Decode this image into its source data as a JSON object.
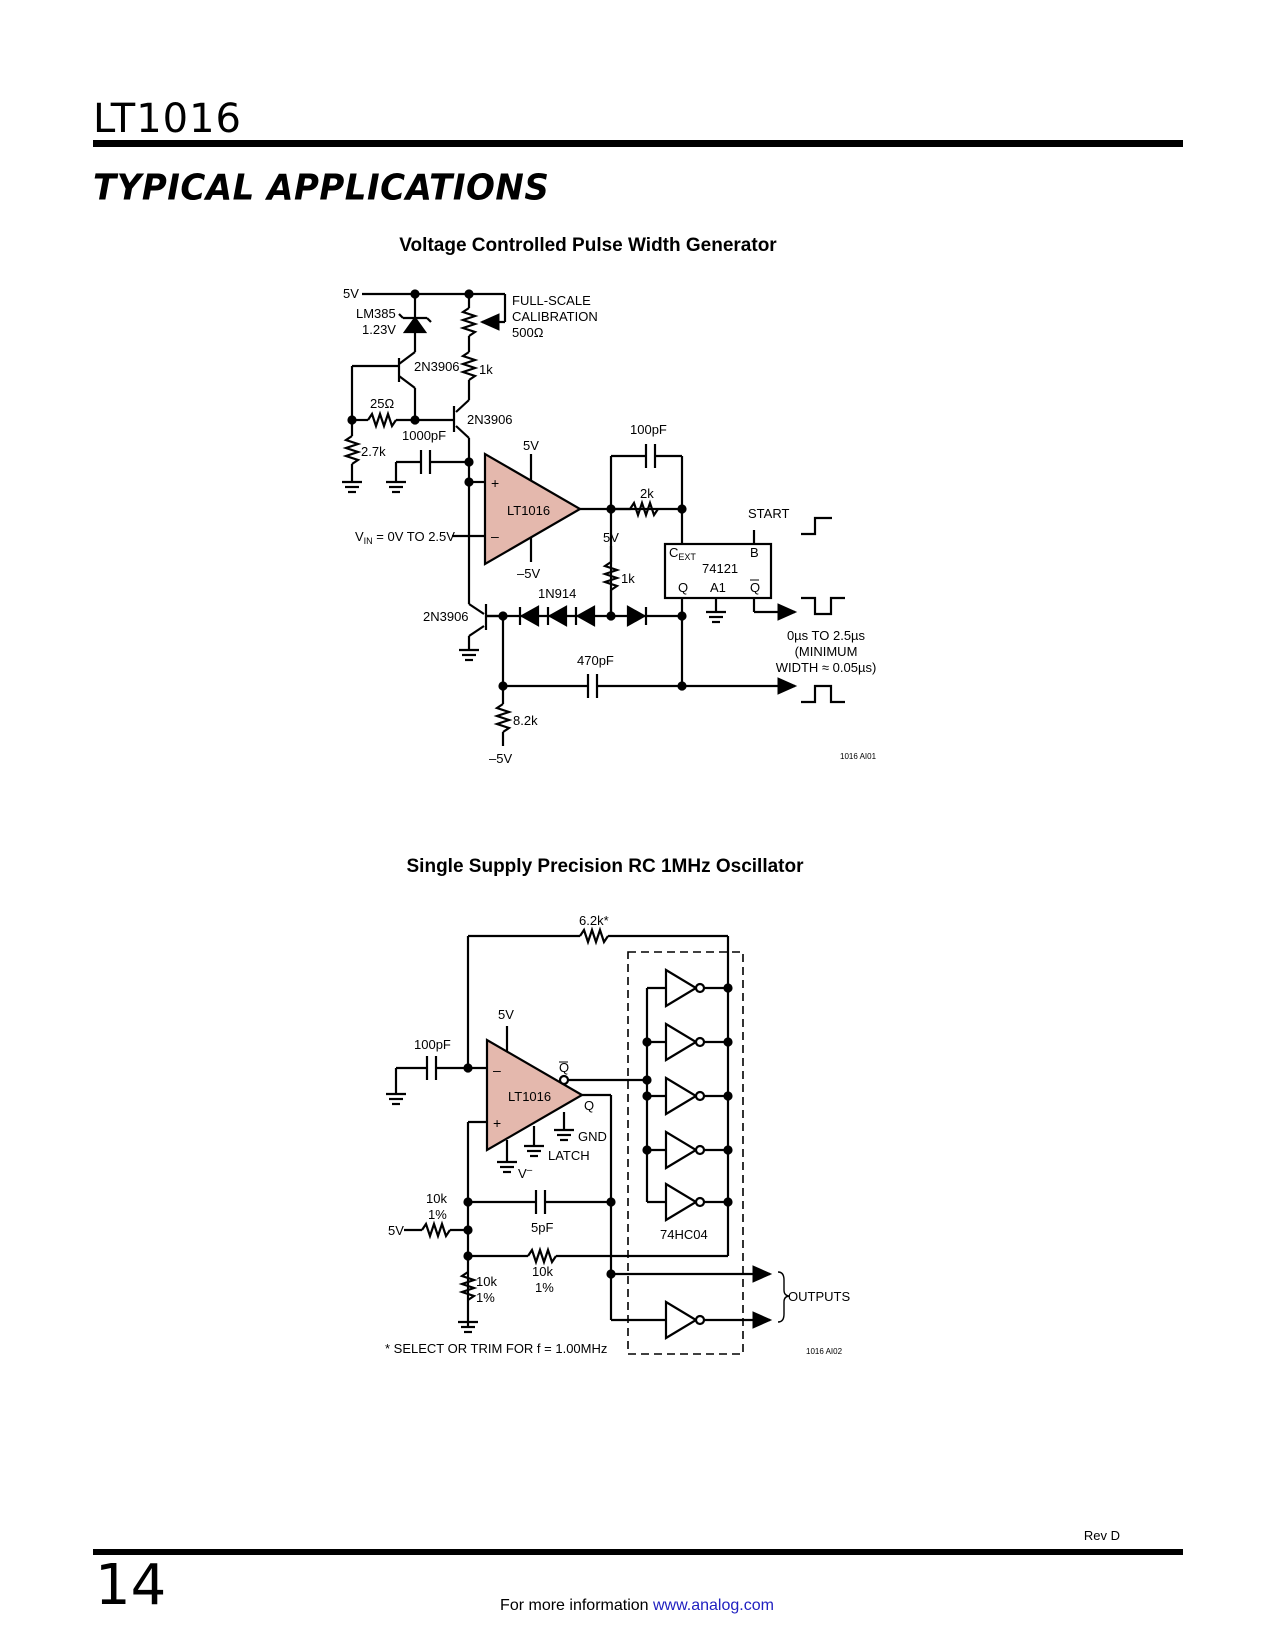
{
  "header": {
    "part_number": "LT1016",
    "section_title": "TYPICAL APPLICATIONS"
  },
  "figure1": {
    "title": "Voltage Controlled Pulse Width Generator",
    "fig_id": "1016 AI01",
    "labels": {
      "v5_top": "5V",
      "lm385": "LM385",
      "lm385_v": "1.23V",
      "fullscale_1": "FULL-SCALE",
      "fullscale_2": "CALIBRATION",
      "fullscale_3": "500Ω",
      "q1": "2N3906",
      "r1k_top": "1k",
      "r25": "25Ω",
      "q2": "2N3906",
      "c1000": "1000pF",
      "r27k": "2.7k",
      "comp_v5": "5V",
      "comp": "LT1016",
      "comp_vneg": "–5V",
      "c100": "100pF",
      "r2k": "2k",
      "start": "START",
      "vin": "V",
      "vin_sub": "IN",
      "vin_rest": " = 0V TO 2.5V",
      "q3": "2N3906",
      "diode": "1N914",
      "v5_mid": "5V",
      "r1k_mid": "1k",
      "cext": "C",
      "cext_sub": "EXT",
      "pin_b": "B",
      "ic74121": "74121",
      "pin_q": "Q",
      "pin_a1": "A1",
      "pin_qbar": "Q",
      "c470": "470pF",
      "r82k": "8.2k",
      "vneg_bot": "–5V",
      "out_1": "0µs TO 2.5µs",
      "out_2": "(MINIMUM",
      "out_3": "WIDTH ≈ 0.05µs)"
    }
  },
  "figure2": {
    "title": "Single Supply Precision RC 1MHz Oscillator",
    "fig_id": "1016 AI02",
    "labels": {
      "r62k": "6.2k*",
      "comp_v5": "5V",
      "c100": "100pF",
      "comp": "LT1016",
      "qbar": "Q",
      "q": "Q",
      "gnd": "GND",
      "latch": "LATCH",
      "vminus": "V",
      "vminus_sup": "–",
      "c5": "5pF",
      "r10k_a": "10k",
      "r10k_a2": "1%",
      "v5_in": "5V",
      "r10k_b": "10k",
      "r10k_b2": "1%",
      "r10k_c": "10k",
      "r10k_c2": "1%",
      "hc04": "74HC04",
      "outputs": "OUTPUTS",
      "note": "* SELECT OR TRIM FOR f = 1.00MHz"
    }
  },
  "footer": {
    "rev": "Rev D",
    "page_number": "14",
    "more_info": "For more information ",
    "link": "www.analog.com"
  },
  "colors": {
    "comparator_fill": "#e4b8ad",
    "link": "#2020c0"
  }
}
